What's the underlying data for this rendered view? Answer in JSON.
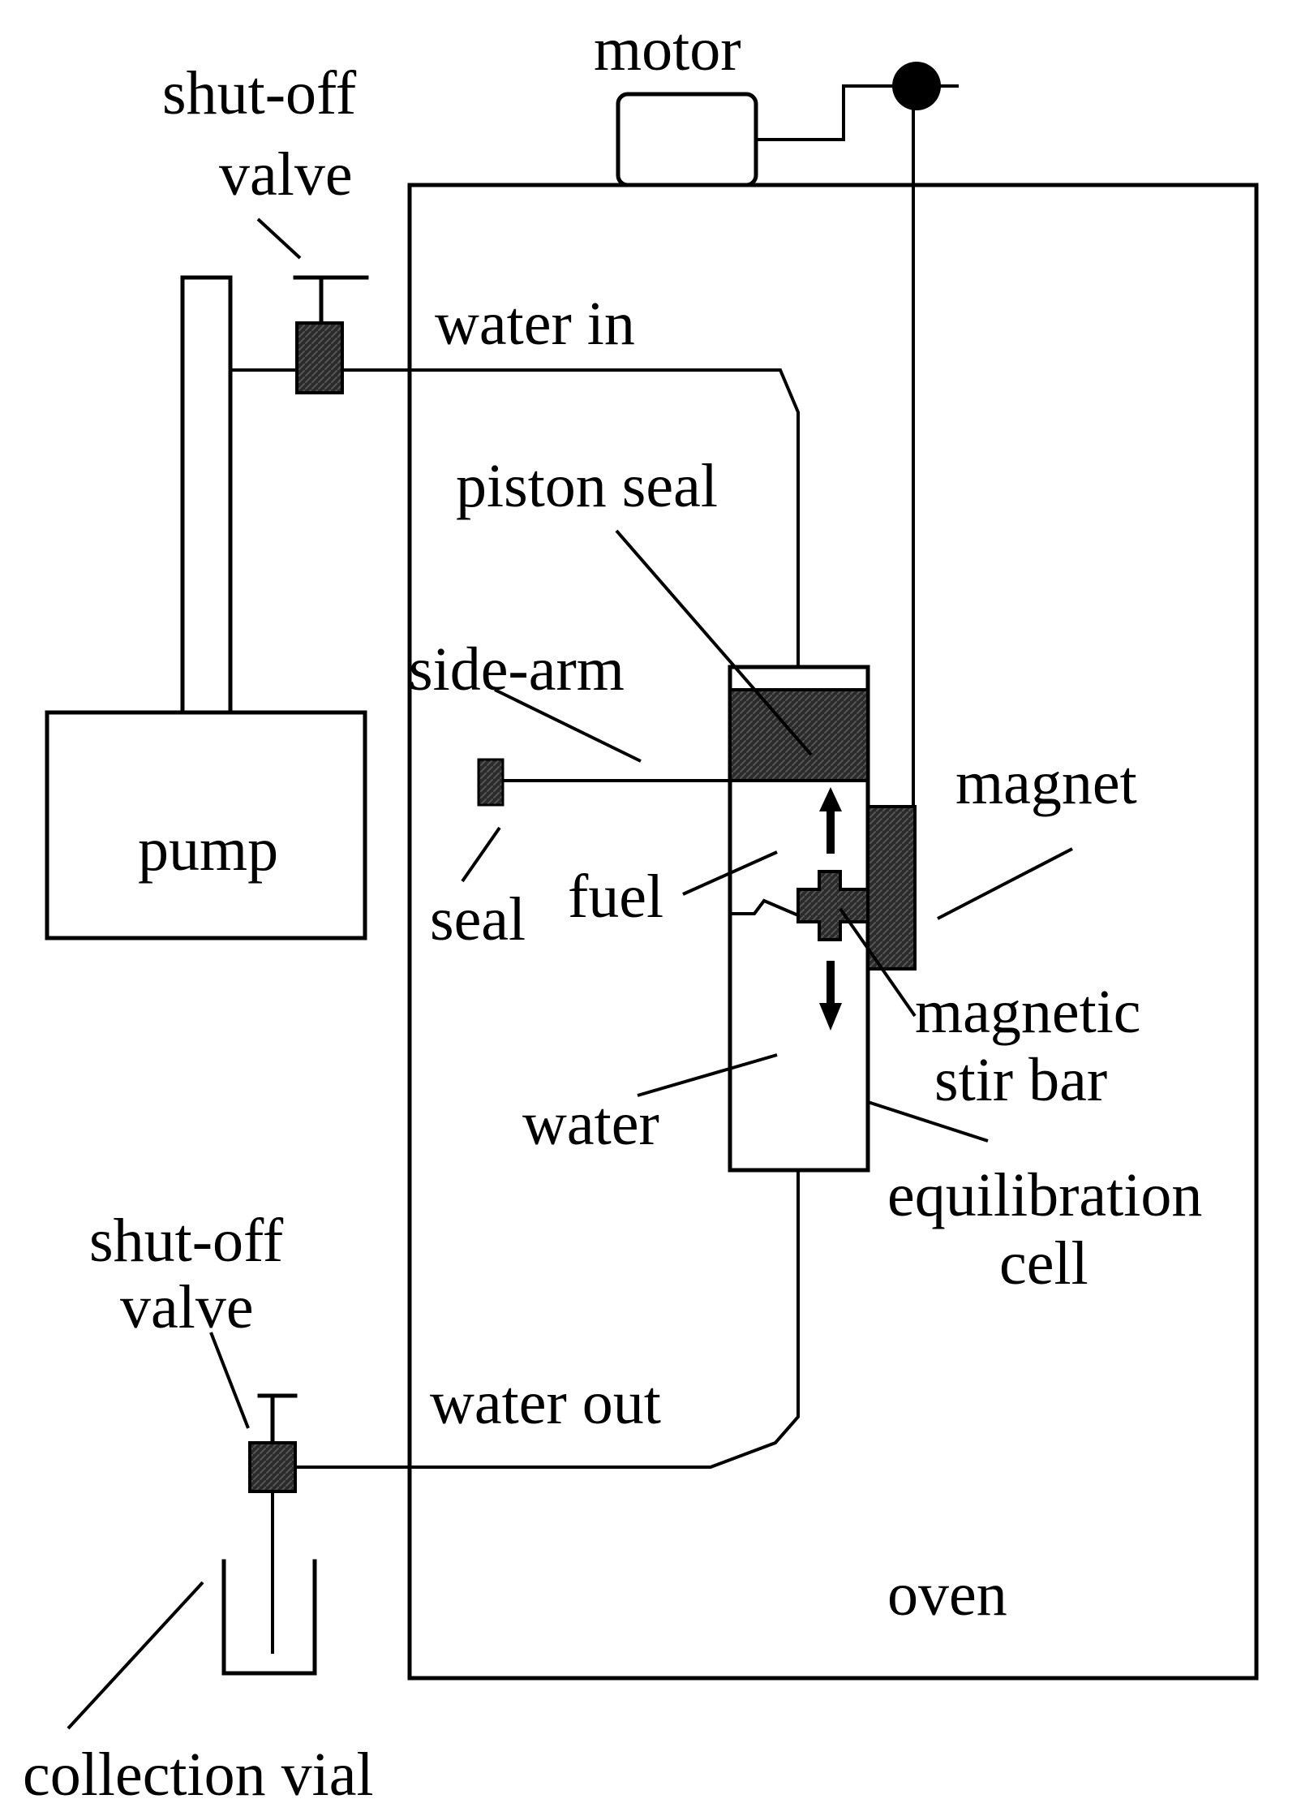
{
  "labels": {
    "motor": "motor",
    "shutoff_top_line1": "shut-off",
    "shutoff_top_line2": "valve",
    "water_in": "water in",
    "piston_seal": "piston seal",
    "side_arm": "side-arm",
    "magnet": "magnet",
    "pump": "pump",
    "seal": "seal",
    "fuel": "fuel",
    "magnetic_stir_bar_line1": "magnetic",
    "magnetic_stir_bar_line2": "stir bar",
    "water": "water",
    "equilibration_cell_line1": "equilibration",
    "equilibration_cell_line2": "cell",
    "shutoff_bottom_line1": "shut-off",
    "shutoff_bottom_line2": "valve",
    "water_out": "water out",
    "oven": "oven",
    "collection_vial": "collection vial"
  },
  "colors": {
    "line": "#000000",
    "dark_fill": "#1a1a1a",
    "background": "#ffffff"
  }
}
